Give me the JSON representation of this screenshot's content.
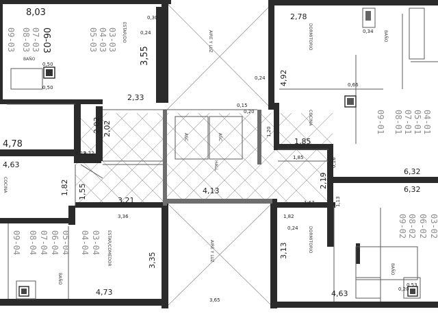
{
  "dimensions": {
    "d_803": "8,03",
    "d_030": "0,30",
    "d_355": "3,55",
    "d_024a": "0,24",
    "d_050a": "0,50",
    "d_050b": "0,50",
    "d_233": "2,33",
    "d_202a": "2,02",
    "d_202b": "2,02",
    "d_478": "4,78",
    "d_027": "0,27",
    "d_972": "9,72",
    "d_463a": "4,63",
    "d_182a": "1,82",
    "d_155": "1,55",
    "d_321": "3,21",
    "d_336": "3,36",
    "d_335": "3,35",
    "d_473": "4,73",
    "d_413": "4,13",
    "d_365": "3,65",
    "d_278": "2,78",
    "d_492": "4,92",
    "d_185a": "1,85",
    "d_185b": "1,85",
    "d_120": "1,20",
    "d_219": "2,19",
    "d_113": "1,13",
    "d_167": "1,67",
    "d_182b": "1,82",
    "d_313": "3,13",
    "d_463b": "4,63",
    "d_632a": "6,32",
    "d_632b": "6,32",
    "d_016": "0,16",
    "d_066": "0,66",
    "d_034": "0,34",
    "d_024b": "0,24",
    "d_024c": "0,24",
    "d_015": "0,15",
    "d_020": "0,20",
    "d_053": "0,53",
    "d_020b": "0,20"
  },
  "unit_codes": {
    "nw": [
      "03-03",
      "04-03",
      "05-03"
    ],
    "nw_big": "06-03",
    "nw_low": [
      "07-03",
      "08-03",
      "09-03"
    ],
    "ne": [
      "04-01",
      "05-01",
      "07-01",
      "08-01",
      "09-01"
    ],
    "se": [
      "03-02",
      "06-02",
      "08-02",
      "09-02"
    ],
    "sw": [
      "03-04",
      "04-04",
      "05-04",
      "06-04",
      "07-04",
      "08-04",
      "09-04"
    ]
  },
  "room_labels": {
    "estar_nw": "ESTAR/DO",
    "estar_sw": "ESTAR/COMEDOR",
    "dormitorio_ne": "DORMITORIO",
    "dormitorio_se": "DORMITORIO",
    "cocina_ne": "COCINA",
    "cocina_w": "COCINA",
    "bano_nw": "BAÑO",
    "bano_ne": "BAÑO",
    "bano_sw": "BAÑO",
    "bano_se": "BAÑO",
    "aire_luz_1": "AIRE Y LUZ",
    "aire_luz_2": "AIRE Y LUZ",
    "hall": "HALL",
    "asc_1": "ASC",
    "asc_2": "ASC"
  }
}
